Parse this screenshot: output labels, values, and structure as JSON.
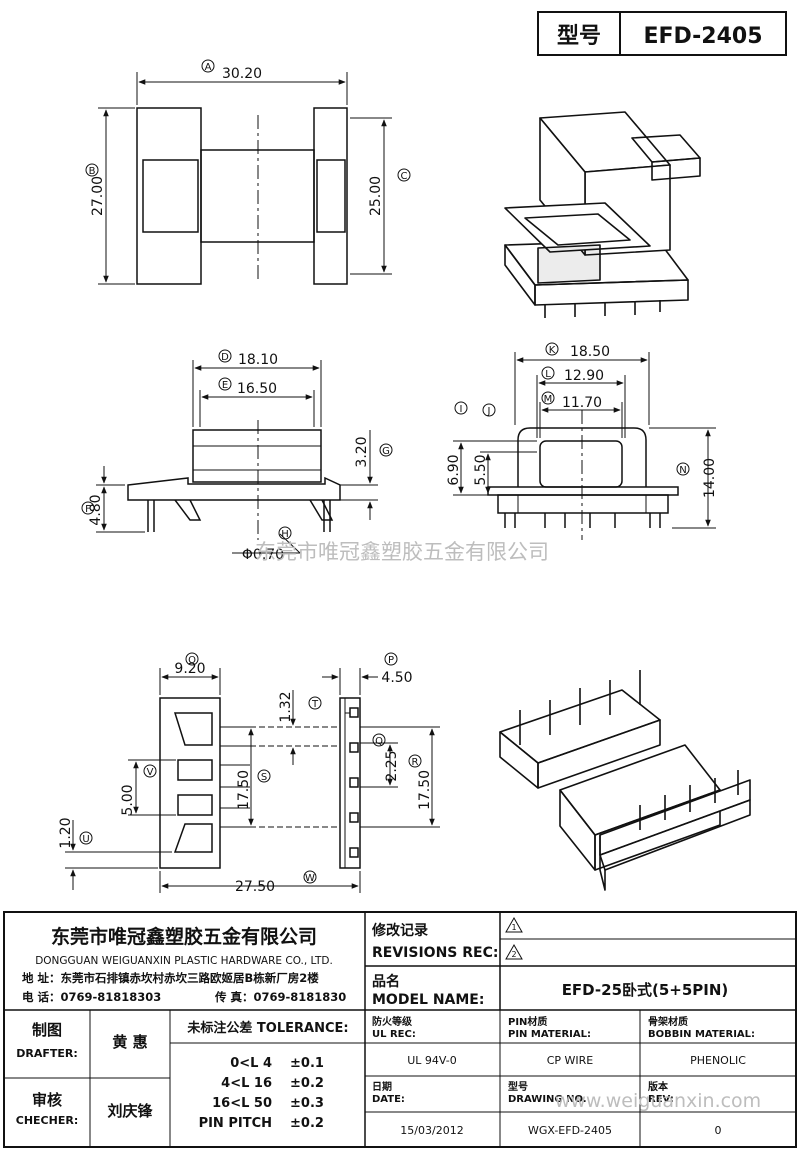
{
  "header": {
    "model_label": "型号",
    "model_value": "EFD-2405"
  },
  "top_view": {
    "dims": [
      {
        "circle": "A",
        "value": "30.20"
      },
      {
        "circle": "B",
        "value": "27.00"
      },
      {
        "circle": "C",
        "value": "25.00"
      }
    ]
  },
  "front_view": {
    "dims": [
      {
        "circle": "D",
        "value": "18.10"
      },
      {
        "circle": "E",
        "value": "16.50"
      },
      {
        "circle": "F",
        "value": "4.80"
      },
      {
        "circle": "G",
        "value": "3.20"
      },
      {
        "circle": "H",
        "value": "Φ0.70"
      }
    ]
  },
  "side_view": {
    "dims": [
      {
        "circle": "K",
        "value": "18.50"
      },
      {
        "circle": "L",
        "value": "12.90"
      },
      {
        "circle": "M",
        "value": "11.70"
      },
      {
        "circle": "I",
        "value": "6.90"
      },
      {
        "circle": "J",
        "value": "5.50"
      },
      {
        "circle": "N",
        "value": "14.00"
      }
    ]
  },
  "bottom_view": {
    "dims": [
      {
        "circle": "O",
        "value": "9.20"
      },
      {
        "circle": "P",
        "value": "4.50"
      },
      {
        "circle": "T",
        "value": "1.32"
      },
      {
        "circle": "Q",
        "value": "2.25"
      },
      {
        "circle": "R",
        "value": "17.50"
      },
      {
        "circle": "S",
        "value": "17.50"
      },
      {
        "circle": "V",
        "value": "5.00"
      },
      {
        "circle": "U",
        "value": "1.20"
      },
      {
        "circle": "W",
        "value": "27.50"
      }
    ]
  },
  "watermark": {
    "company": "东莞市唯冠鑫塑胶五金有限公司",
    "url": "www.weiguanxin.com"
  },
  "title_block": {
    "company_cn": "东莞市唯冠鑫塑胶五金有限公司",
    "company_en": "DONGGUAN WEIGUANXIN PLASTIC HARDWARE CO., LTD.",
    "address": "地  址：东莞市石排镇赤坎村赤坎三路欧姬居B栋新厂房2楼",
    "phone": "电  话：0769-81818303",
    "fax": "传  真：0769-8181830",
    "revisions_cn": "修改记录",
    "revisions_en": "REVISIONS REC:",
    "rev_marks": [
      "1",
      "2"
    ],
    "model_name_cn": "品名",
    "model_name_en": "MODEL NAME:",
    "model_name_value": "EFD-25卧式(5+5PIN)",
    "drafter_cn": "制图",
    "drafter_en": "DRAFTER:",
    "drafter_name": "黄  惠",
    "checker_cn": "审核",
    "checker_en": "CHECHER:",
    "checker_name": "刘庆锋",
    "tolerance_title": "未标注公差 TOLERANCE:",
    "tolerance_rows": [
      {
        "range": "0<L  4",
        "value": "±0.1"
      },
      {
        "range": "4<L  16",
        "value": "±0.2"
      },
      {
        "range": "16<L  50",
        "value": "±0.3"
      },
      {
        "range": "PIN PITCH",
        "value": "±0.2"
      }
    ],
    "ul_cn": "防火等级",
    "ul_en": "UL REC:",
    "ul_value": "UL 94V-0",
    "pin_cn": "PIN材质",
    "pin_en": "PIN MATERIAL:",
    "pin_value": "CP WIRE",
    "bobbin_cn": "骨架材质",
    "bobbin_en": "BOBBIN MATERIAL:",
    "bobbin_value": "PHENOLIC",
    "date_cn": "日期",
    "date_en": "DATE:",
    "date_value": "15/03/2012",
    "drawing_cn": "型号",
    "drawing_en": "DRAWING NO.",
    "drawing_value": "WGX-EFD-2405",
    "rev_cn": "版本",
    "rev_en": "REV:",
    "rev_value": "0"
  }
}
